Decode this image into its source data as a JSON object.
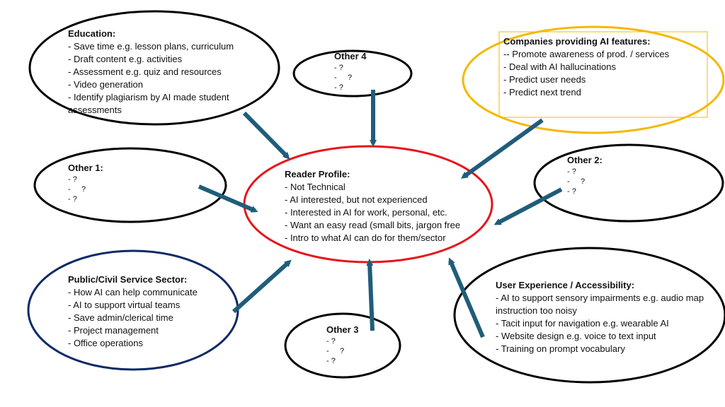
{
  "colors": {
    "arrow": "#1f5d7a",
    "center_stroke": "#e8141b",
    "companies_stroke": "#f5b800",
    "public_stroke": "#0c2a66",
    "default_stroke": "#000000"
  },
  "center": {
    "title": "Reader Profile:",
    "items": [
      "- Not Technical",
      "- AI interested, but not experienced",
      "- Interested in AI for work, personal, etc.",
      "- Want an easy read (small bits, jargon free",
      "- Intro to what AI can do for them/sector"
    ]
  },
  "education": {
    "title": "Education:",
    "items": [
      "- Save time e.g. lesson plans, curriculum",
      "- Draft content e.g. activities",
      "- Assessment e.g. quiz and resources",
      "- Video generation",
      "- Identify plagiarism by AI made student assessments"
    ]
  },
  "other4": {
    "title": "Other 4",
    "items": [
      "- ?",
      "-     ?",
      "- ?"
    ]
  },
  "companies": {
    "title": "Companies providing AI features:",
    "items": [
      "-- Promote awareness of prod. / services",
      "- Deal with AI hallucinations",
      "- Predict user needs",
      "- Predict next trend"
    ]
  },
  "other1": {
    "title": "Other 1:",
    "items": [
      "- ?",
      "-     ?",
      "- ?"
    ]
  },
  "other2": {
    "title": "Other 2:",
    "items": [
      "- ?",
      "-     ?",
      "- ?"
    ]
  },
  "public": {
    "title": "Public/Civil Service Sector:",
    "items": [
      "- How AI can help communicate",
      "- AI to support virtual teams",
      "- Save admin/clerical time",
      "- Project management",
      "- Office operations"
    ]
  },
  "other3": {
    "title": "Other 3",
    "items": [
      "- ?",
      "-     ?",
      "- ?"
    ]
  },
  "ux": {
    "title": "User Experience / Accessibility:",
    "items": [
      "- AI to support sensory impairments e.g. audio map instruction too noisy",
      "- Tacit input for navigation e.g. wearable AI",
      "- Website design e.g. voice to text input",
      "- Training on prompt vocabulary"
    ]
  }
}
